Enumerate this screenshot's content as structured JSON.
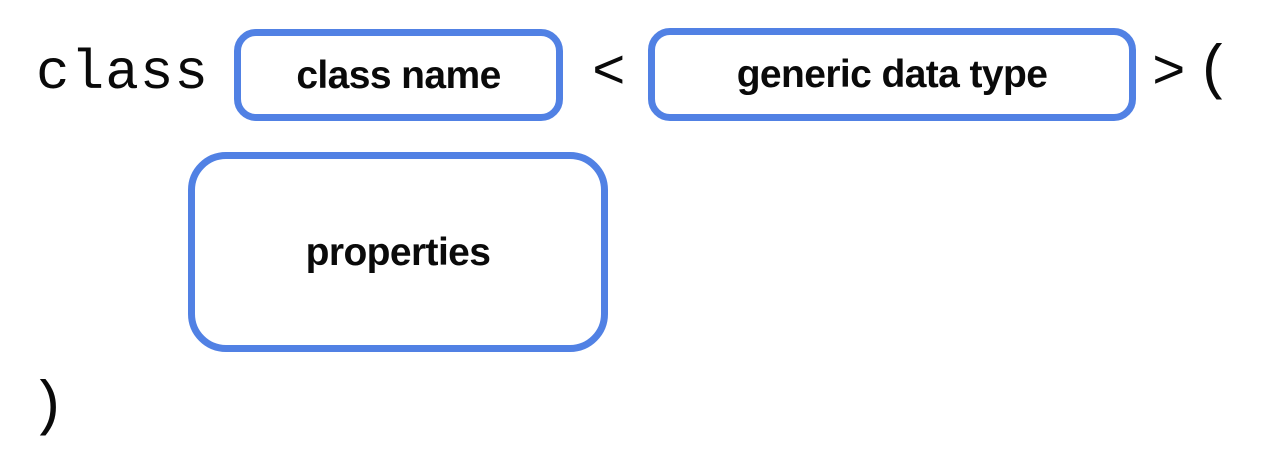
{
  "diagram": {
    "title": "class declaration syntax template",
    "background_color": "#ffffff",
    "accent_color": "#5181E4",
    "text_color": "#0A0A0A"
  },
  "syntax_tokens": {
    "keyword_class": "class",
    "generic_open": "<",
    "generic_close": ">",
    "paren_open": "(",
    "paren_close": ")"
  },
  "slots": {
    "class_name": {
      "label": "class name",
      "border_color": "#5181E4"
    },
    "generic_data_type": {
      "label": "generic data type",
      "border_color": "#5181E4"
    },
    "properties": {
      "label": "properties",
      "border_color": "#5181E4"
    }
  }
}
